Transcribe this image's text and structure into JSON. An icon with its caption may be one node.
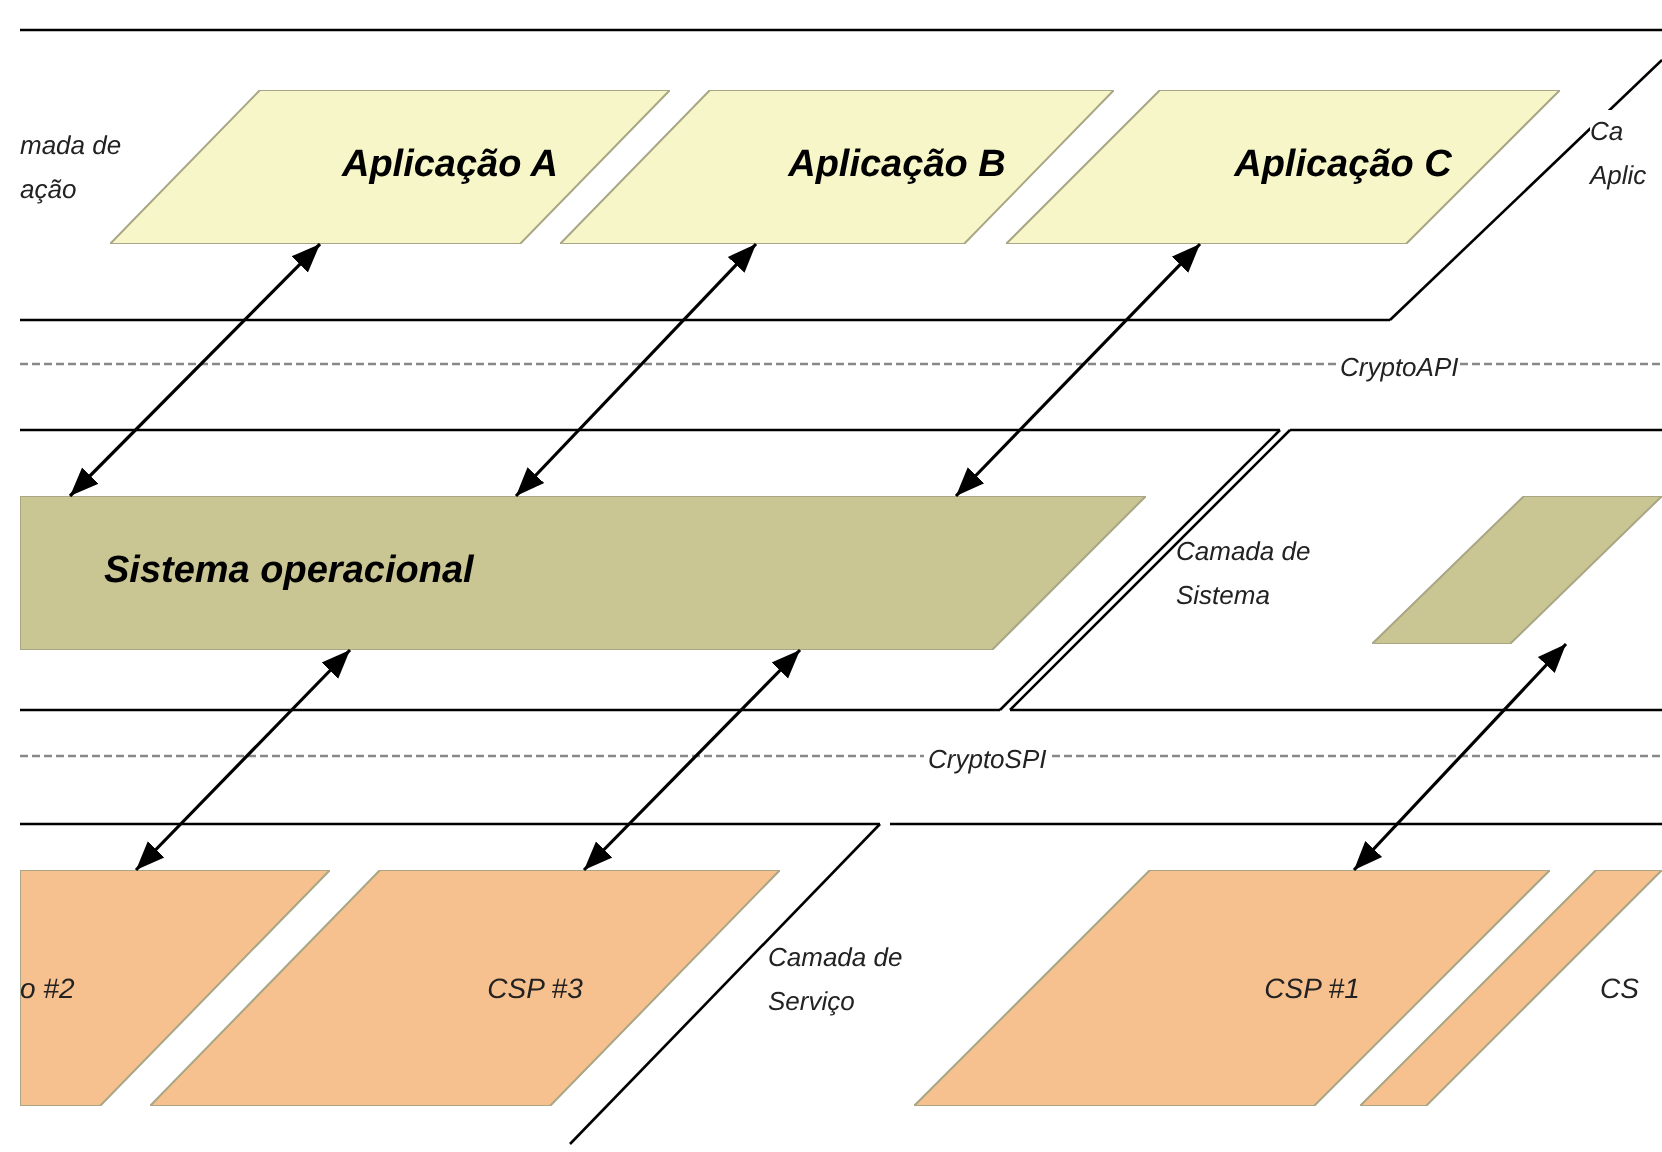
{
  "diagram": {
    "nodes": [
      {
        "text": [
          "Aplicação A"
        ]
      },
      {
        "text": [
          "Aplicação B"
        ]
      },
      {
        "text": [
          "Aplicação C"
        ]
      },
      {
        "text": [
          "Sistema operacional"
        ]
      },
      {
        "text": [],
        "shape": "parallelogram"
      },
      {
        "text": [
          "o #2"
        ]
      },
      {
        "text": [
          "CSP #3"
        ]
      },
      {
        "text": [
          "CSP #1"
        ]
      },
      {
        "text": [
          "CS"
        ]
      }
    ],
    "edges": [
      {
        "from": 0,
        "to": 3,
        "arrow": "both"
      },
      {
        "from": 1,
        "to": 3,
        "arrow": "both"
      },
      {
        "from": 2,
        "to": 3,
        "arrow": "both"
      },
      {
        "from": 3,
        "to": 5,
        "arrow": "both"
      },
      {
        "from": 3,
        "to": 6,
        "arrow": "both"
      },
      {
        "from": 4,
        "to": 7,
        "arrow": "both"
      }
    ],
    "labels": [
      "mada de ação",
      "Ca Aplic",
      "CryptoAPI",
      "Camada de Sistema",
      "CryptoSPI",
      "Camada de Serviço"
    ]
  }
}
